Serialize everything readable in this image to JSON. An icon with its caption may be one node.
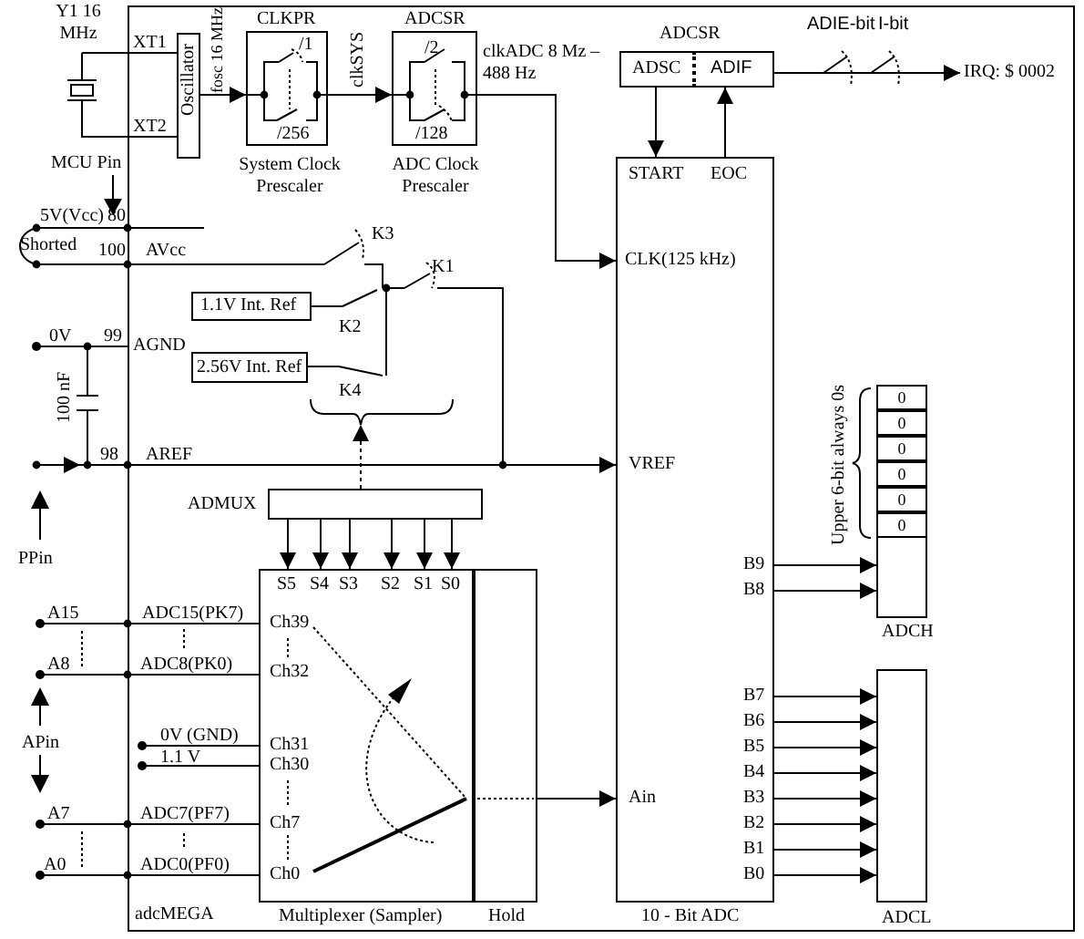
{
  "diagram": {
    "nodes": [
      {
        "text": [
          "adcMEGA"
        ]
      },
      {
        "text": [
          "Y1 16 MHz"
        ]
      },
      {
        "text": [
          "Oscillator"
        ],
        "in": 0
      },
      {
        "text": [
          "CLKPR",
          "/1",
          "/256",
          "System Clock Prescaler"
        ],
        "in": 0
      },
      {
        "text": [
          "ADCSR",
          "/2",
          "/128",
          "ADC Clock Prescaler"
        ],
        "in": 0
      },
      {
        "text": [
          "ADCSR"
        ],
        "in": 0
      },
      {
        "text": [
          "ADSC"
        ],
        "in": 5
      },
      {
        "text": [
          "ADIF"
        ],
        "in": 5
      },
      {
        "text": [
          "START",
          "EOC",
          "CLK(125 kHz)",
          "VREF",
          "Ain",
          "B9",
          "B8",
          "B7",
          "B6",
          "B5",
          "B4",
          "B3",
          "B2",
          "B1",
          "B0",
          "10 - Bit ADC"
        ],
        "in": 0
      },
      {
        "text": [
          "IRQ: $ 0002"
        ],
        "in": 0
      },
      {
        "text": [
          "1.1V Int. Ref"
        ],
        "in": 0
      },
      {
        "text": [
          "2.56V Int. Ref"
        ],
        "in": 0
      },
      {
        "text": [
          "ADMUX"
        ],
        "in": 0
      },
      {
        "text": [
          "S5",
          "S4",
          "S3",
          "S2",
          "S1",
          "S0",
          "Ch39",
          "Ch32",
          "Ch31",
          "Ch30",
          "Ch7",
          "Ch0",
          "Multiplexer (Sampler)"
        ],
        "in": 0
      },
      {
        "text": [
          "Hold"
        ],
        "in": 0
      },
      {
        "text": [
          "0",
          "0",
          "0",
          "0",
          "0",
          "0",
          "ADCH"
        ],
        "beside": [
          "Upper 6-bit always 0s"
        ],
        "in": 0
      },
      {
        "text": [
          "ADCL"
        ],
        "in": 0
      },
      {
        "text": [
          "A15"
        ]
      },
      {
        "text": [
          "A8"
        ]
      },
      {
        "text": [
          "A7"
        ]
      },
      {
        "text": [
          "A0"
        ]
      },
      {
        "text": [],
        "shape": "brace",
        "in": 0
      },
      {
        "text": [
          "100 nF"
        ]
      },
      {
        "text": [
          "0V"
        ]
      }
    ],
    "edges": [
      {
        "from": 1,
        "to": 2,
        "arrow": "none",
        "label": "XT1"
      },
      {
        "from": 1,
        "to": 2,
        "arrow": "none",
        "label": "XT2"
      },
      {
        "from": 2,
        "to": 3,
        "arrow": "to",
        "label": "fosc 16 MHz"
      },
      {
        "from": 3,
        "to": 4,
        "arrow": "to",
        "label": "clkSYS"
      },
      {
        "from": 4,
        "to": 8,
        "arrow": "to",
        "label": "clkADC 8 Mz – 488 Hz"
      },
      {
        "from": 6,
        "to": 8,
        "arrow": "to"
      },
      {
        "from": 8,
        "to": 7,
        "arrow": "to"
      },
      {
        "from": 7,
        "to": 9,
        "arrow": "to"
      },
      {
        "from": null,
        "to": 22,
        "arrow": "to"
      },
      {
        "from": 12,
        "to": 13,
        "arrow": "to"
      },
      {
        "from": 12,
        "to": 13,
        "arrow": "to"
      },
      {
        "from": 12,
        "to": 13,
        "arrow": "to"
      },
      {
        "from": 12,
        "to": 13,
        "arrow": "to"
      },
      {
        "from": 12,
        "to": 13,
        "arrow": "to"
      },
      {
        "from": 12,
        "to": 13,
        "arrow": "to"
      },
      {
        "from": 12,
        "to": 21,
        "arrow": "to",
        "style": "dashed"
      },
      {
        "from": 14,
        "to": 8,
        "arrow": "to"
      },
      {
        "from": 8,
        "to": 15,
        "arrow": "to"
      },
      {
        "from": 8,
        "to": 15,
        "arrow": "to"
      },
      {
        "from": 8,
        "to": 16,
        "arrow": "to"
      },
      {
        "from": 8,
        "to": 16,
        "arrow": "to"
      },
      {
        "from": 8,
        "to": 16,
        "arrow": "to"
      },
      {
        "from": 8,
        "to": 16,
        "arrow": "to"
      },
      {
        "from": 8,
        "to": 16,
        "arrow": "to"
      },
      {
        "from": 8,
        "to": 16,
        "arrow": "to"
      },
      {
        "from": 8,
        "to": 16,
        "arrow": "to"
      },
      {
        "from": 8,
        "to": 16,
        "arrow": "to"
      },
      {
        "from": 17,
        "to": 13,
        "arrow": "other",
        "label": "ADC15(PK7)"
      },
      {
        "from": 18,
        "to": 13,
        "arrow": "other",
        "label": "ADC8(PK0)"
      },
      {
        "from": null,
        "to": 13,
        "arrow": "other",
        "label": "0V (GND)"
      },
      {
        "from": null,
        "to": 13,
        "arrow": "other",
        "label": "1.1 V"
      },
      {
        "from": 19,
        "to": 13,
        "arrow": "other",
        "label": "ADC7(PF7)"
      },
      {
        "from": 20,
        "to": 13,
        "arrow": "other",
        "label": "ADC0(PF0)"
      },
      {
        "from": 23,
        "to": 22,
        "arrow": "other"
      },
      {
        "from": 22,
        "to": 0,
        "arrow": "none"
      },
      {
        "from": 22,
        "to": 8,
        "arrow": "to"
      }
    ],
    "labels": [
      "ADIE-bit",
      "I-bit",
      "MCU Pin",
      "5V(Vcc)",
      "80",
      "Shorted",
      "100",
      "AVcc",
      "K3",
      "K1",
      "K2",
      "99",
      "AGND",
      "K4",
      "98",
      "AREF",
      "PPin",
      "APin"
    ]
  }
}
